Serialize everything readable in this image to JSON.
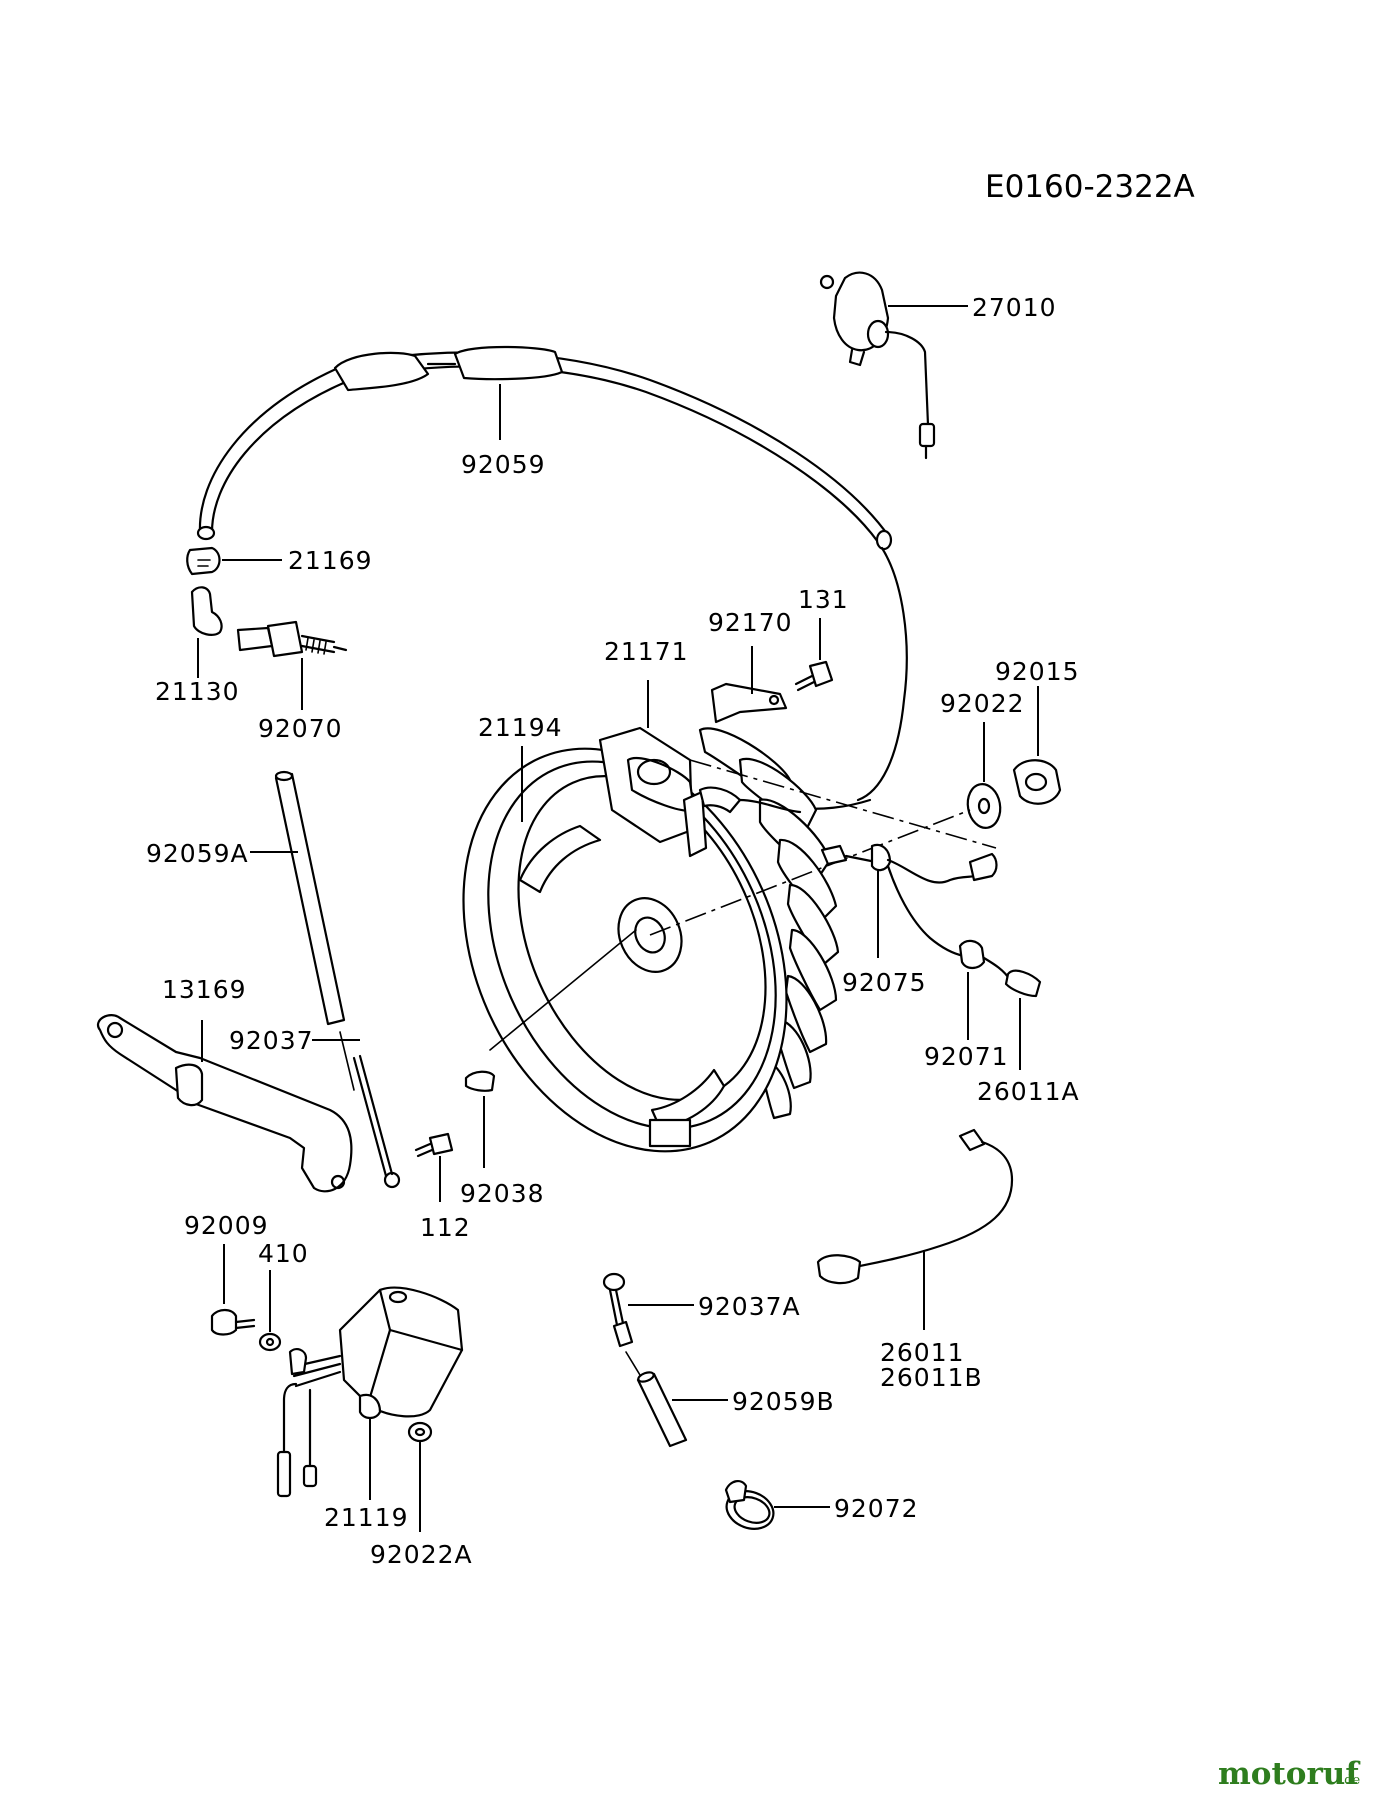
{
  "diagram_code": "E0160-2322A",
  "watermark": {
    "brand": "motoruf",
    "tld": ".de"
  },
  "parts": {
    "p27010": "27010",
    "p92059": "92059",
    "p21169": "21169",
    "p21130": "21130",
    "p92070": "92070",
    "p131": "131",
    "p92170": "92170",
    "p21171": "21171",
    "p92015": "92015",
    "p92022": "92022",
    "p21194": "21194",
    "p92059A": "92059A",
    "p92075": "92075",
    "p13169": "13169",
    "p92037": "92037",
    "p92071": "92071",
    "p26011A": "26011A",
    "p92038": "92038",
    "p112": "112",
    "p92009": "92009",
    "p410": "410",
    "p92037A": "92037A",
    "p26011": "26011",
    "p26011B": "26011B",
    "p92059B": "92059B",
    "p21119": "21119",
    "p92022A": "92022A",
    "p92072": "92072"
  }
}
